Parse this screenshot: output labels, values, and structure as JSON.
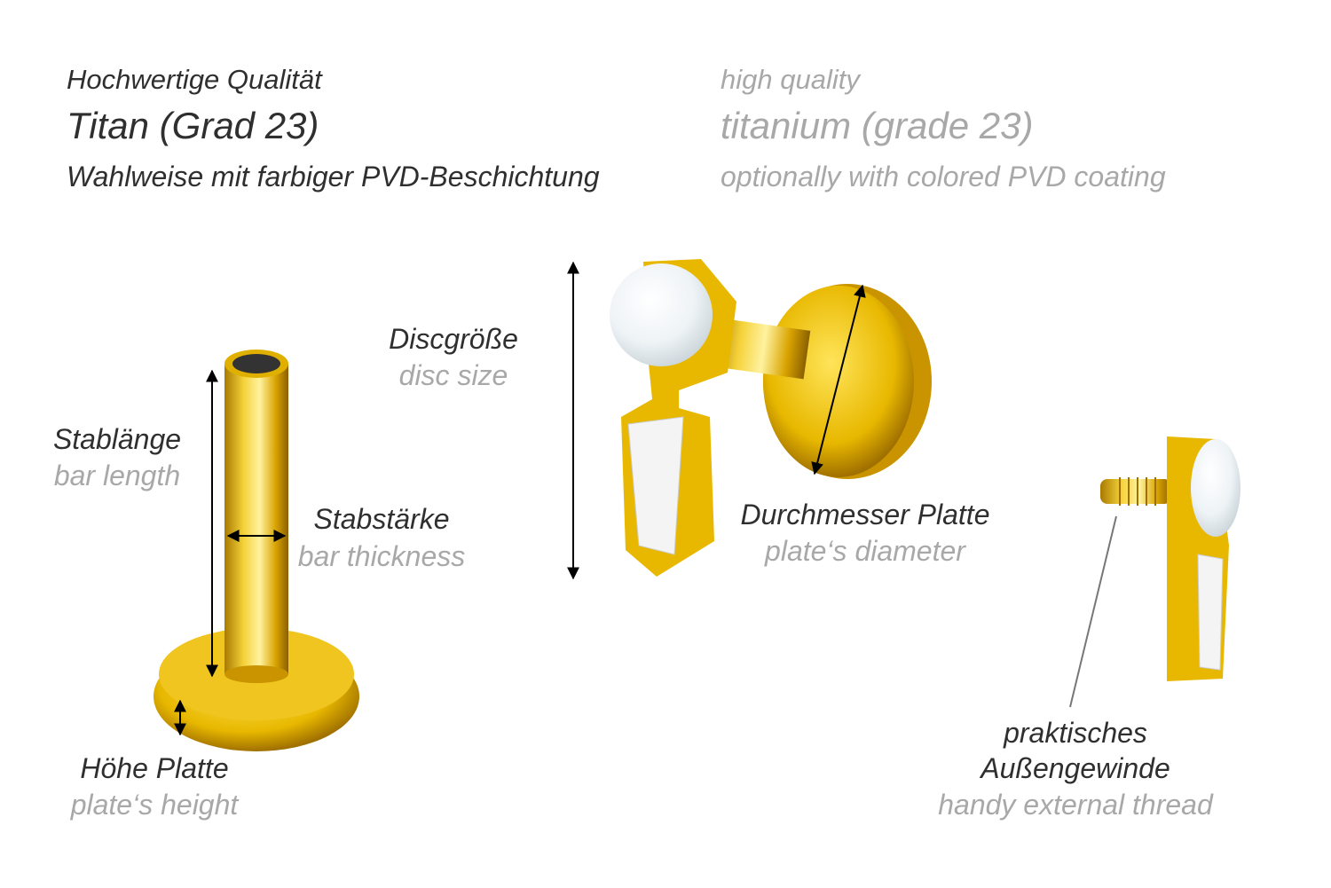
{
  "header_de": {
    "quality": "Hochwertige Qualität",
    "material": "Titan (Grad 23)",
    "coating": "Wahlweise mit farbiger PVD-Beschichtung"
  },
  "header_en": {
    "quality": "high quality",
    "material": "titanium (grade 23)",
    "coating": "optionally with colored PVD coating"
  },
  "labels": {
    "bar_length": {
      "de": "Stablänge",
      "en": "bar length"
    },
    "bar_thickness": {
      "de": "Stabstärke",
      "en": "bar thickness"
    },
    "plate_height": {
      "de": "Höhe Platte",
      "en": "plate‘s height"
    },
    "disc_size": {
      "de": "Discgröße",
      "en": "disc size"
    },
    "plate_diameter": {
      "de": "Durchmesser Platte",
      "en": "plate‘s diameter"
    },
    "external_thread": {
      "de_line1": "praktisches",
      "de_line2": "Außengewinde",
      "en": "handy external thread"
    }
  },
  "colors": {
    "dark_text": "#2f2f2f",
    "light_text": "#a8a8a8",
    "gold": "#e8b800"
  }
}
